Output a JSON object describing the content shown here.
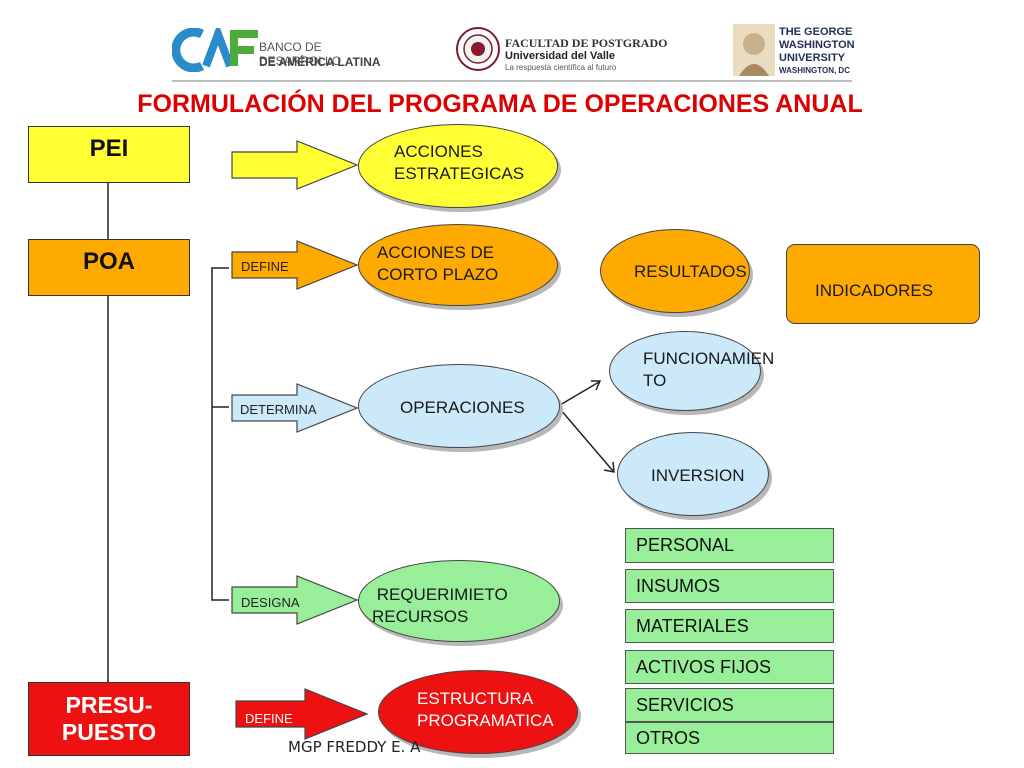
{
  "header": {
    "caf_logo": "CAF",
    "caf_text_1": "BANCO DE DESARROLLO",
    "caf_text_2": "DE AMÉRICA LATINA",
    "uv_title": "FACULTAD DE POSTGRADO",
    "uv_sub": "Universidad del Valle",
    "uv_tag": "La respuesta científica al futuro",
    "gw_1": "THE GEORGE",
    "gw_2": "WASHINGTON",
    "gw_3": "UNIVERSITY",
    "gw_4": "WASHINGTON, DC"
  },
  "title": "FORMULACIÓN DEL PROGRAMA DE OPERACIONES ANUAL",
  "left_boxes": {
    "pei": "PEI",
    "poa": "POA",
    "presupuesto_1": "PRESU-",
    "presupuesto_2": "PUESTO"
  },
  "arrows": {
    "define_1": "DEFINE",
    "determina": "DETERMINA",
    "designa": "DESIGNA",
    "define_2": "DEFINE"
  },
  "ellipses": {
    "acciones_estrategicas": "ACCIONES\nESTRATEGICAS",
    "acciones_corto": "ACCIONES DE\nCORTO PLAZO",
    "resultados": "RESULTADOS",
    "operaciones": "OPERACIONES",
    "funcionamiento": "FUNCIONAMIEN\nTO",
    "inversion": "INVERSION",
    "requerimiento": " REQUERIMIETO\nRECURSOS",
    "estructura": "ESTRUCTURA\nPROGRAMATICA"
  },
  "indicadores": "INDICADORES",
  "resource_list": [
    "PERSONAL",
    "INSUMOS",
    "MATERIALES",
    "ACTIVOS FIJOS",
    "SERVICIOS",
    "OTROS"
  ],
  "footer": "MGP FREDDY E. A",
  "colors": {
    "yellow": "#ffff33",
    "orange": "#ffaa00",
    "light_blue": "#cce9fa",
    "green": "#99ee99",
    "red": "#ee1111",
    "title_red": "#dd0000"
  }
}
